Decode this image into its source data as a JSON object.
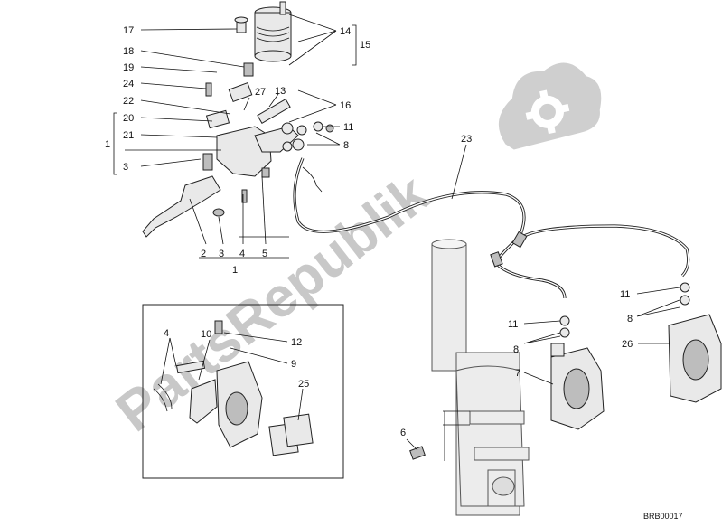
{
  "watermark": {
    "text": "PartsRepublik",
    "color": "#c8c8c8"
  },
  "reference_code": "BRB00017",
  "icons": {
    "watermark_logo": "gear-in-cloud-icon"
  },
  "callouts": {
    "c17": "17",
    "c18": "18",
    "c19": "19",
    "c24": "24",
    "c22": "22",
    "c20": "20",
    "c21": "21",
    "c3_left": "3",
    "c1_bracket": "1",
    "c14": "14",
    "c15": "15",
    "c27": "27",
    "c13": "13",
    "c16": "16",
    "c11_top": "11",
    "c8_top": "8",
    "c23": "23",
    "c2_bottom": "2",
    "c3_bottom": "3",
    "c4_bottom": "4",
    "c5_bottom": "5",
    "c1_bottom": "1",
    "c4_inset": "4",
    "c10_inset": "10",
    "c12_inset": "12",
    "c9_inset": "9",
    "c25_inset": "25",
    "c11_mid": "11",
    "c8_mid": "8",
    "c7": "7",
    "c6": "6",
    "c11_right": "11",
    "c8_right": "8",
    "c26": "26"
  }
}
